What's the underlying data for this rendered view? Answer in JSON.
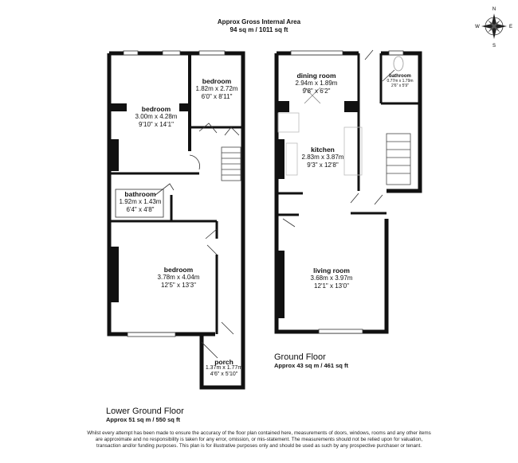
{
  "header": {
    "title": "Approx Gross Internal Area",
    "area": "94 sq m / 1011 sq ft"
  },
  "compass": {
    "icon": "compass-rose-icon",
    "labels": [
      "N",
      "E",
      "S",
      "W"
    ]
  },
  "lower_ground_floor": {
    "name": "Lower Ground Floor",
    "area": "Approx 51 sq m / 550 sq ft",
    "rooms": [
      {
        "name": "bedroom",
        "metric": "3.00m x 4.28m",
        "imperial": "9'10\" x 14'1\""
      },
      {
        "name": "bedroom",
        "metric": "1.82m x 2.72m",
        "imperial": "6'0\" x 8'11\""
      },
      {
        "name": "bathroom",
        "metric": "1.92m x 1.43m",
        "imperial": "6'4\" x 4'8\""
      },
      {
        "name": "bedroom",
        "metric": "3.78m x 4.04m",
        "imperial": "12'5\" x 13'3\""
      },
      {
        "name": "porch",
        "metric": "1.37m x 1.77m",
        "imperial": "4'6\" x 5'10\""
      }
    ]
  },
  "ground_floor": {
    "name": "Ground Floor",
    "area": "Approx 43 sq m / 461 sq ft",
    "rooms": [
      {
        "name": "dining room",
        "metric": "2.94m x 1.89m",
        "imperial": "9'8\" x 6'2\""
      },
      {
        "name": "kitchen",
        "metric": "2.83m x 3.87m",
        "imperial": "9'3\" x 12'8\""
      },
      {
        "name": "bathroom",
        "metric": "0.77m x 1.79m",
        "imperial": "2'6\" x 5'9\""
      },
      {
        "name": "living room",
        "metric": "3.68m x 3.97m",
        "imperial": "12'1\" x 13'0\""
      }
    ]
  },
  "disclaimer": "Whilst every attempt has been made to ensure the accuracy of the floor plan contained here, measurements of doors, windows, rooms and any other items are approximate and no responsibility is taken for any error, omission, or mis-statement. The measurements should not be relied upon for valuation, transaction and/or funding purposes. This plan is for illustrative purposes only and should be used as such by any prospective purchaser or tenant."
}
